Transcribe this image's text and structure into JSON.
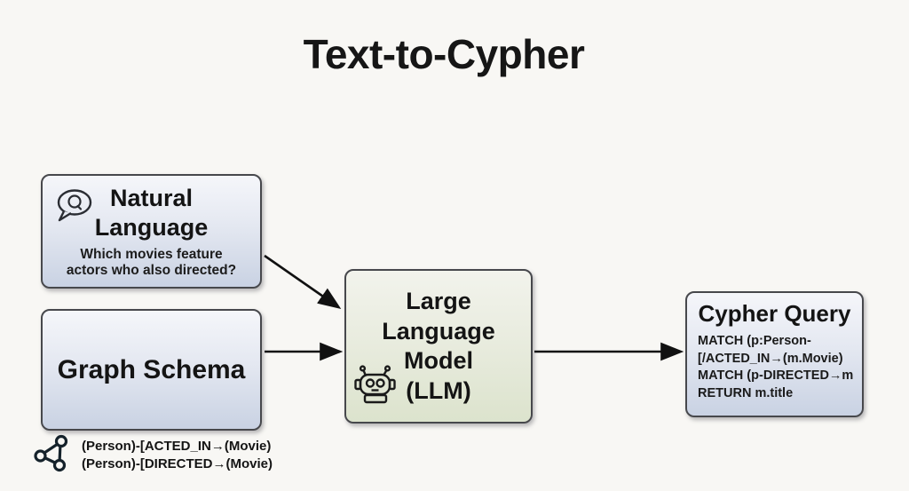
{
  "title": "Text-to-Cypher",
  "boxes": {
    "natural_language": {
      "icon": "speech-bubble-q-icon",
      "title_line1": "Natural",
      "title_line2": "Language",
      "subtitle_line1": "Which movies feature",
      "subtitle_line2": "actors who also directed?"
    },
    "graph_schema": {
      "title": "Graph Schema"
    },
    "llm": {
      "icon": "robot-icon",
      "line1": "Large",
      "line2": "Language",
      "line3": "Model",
      "line4": "(LLM)"
    },
    "cypher_query": {
      "title": "Cypher Query",
      "code_line1": "MATCH (p:Person-",
      "code_line2": "[/ACTED_IN→(m.Movie)",
      "code_line3": "MATCH (p-DIRECTED→m",
      "code_line4": "RETURN m.title"
    }
  },
  "schema_legend": {
    "icon": "graph-nodes-icon",
    "line1": "(Person)-[ACTED_IN→(Movie)",
    "line2": "(Person)-[DIRECTED→(Movie)"
  },
  "colors": {
    "background": "#f8f7f4",
    "box_border": "#47484c",
    "blue_box_top": "#f5f6fa",
    "blue_box_bottom": "#c9d2e3",
    "green_box_top": "#f2f3ec",
    "green_box_bottom": "#dce3cd",
    "arrow": "#111111",
    "text": "#141414"
  }
}
